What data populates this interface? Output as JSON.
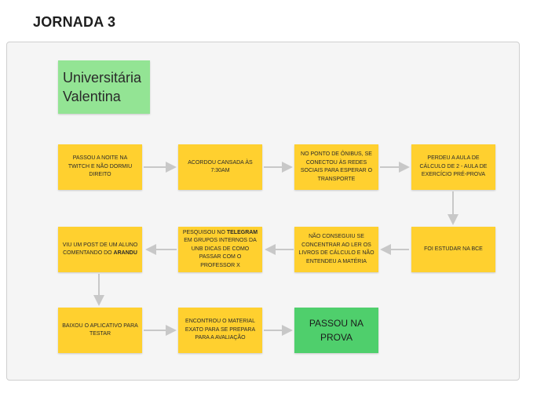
{
  "page_title": "JORNADA 3",
  "header_note": "Universitária Valentina",
  "steps": [
    {
      "before": "PASSOU A NOITE NA TWITCH E NÃO DORMIU DIREITO",
      "bold": "",
      "after": ""
    },
    {
      "before": "ACORDOU CANSADA ÀS 7:30AM",
      "bold": "",
      "after": ""
    },
    {
      "before": "NO PONTO DE ÔNIBUS, SE CONECTOU ÀS REDES SOCIAIS PARA ESPERAR O TRANSPORTE",
      "bold": "",
      "after": ""
    },
    {
      "before": "PERDEU A AULA DE CÁLCULO DE 2 - AULA DE EXERCÍCIO PRÉ-PROVA",
      "bold": "",
      "after": ""
    },
    {
      "before": "FOI ESTUDAR NA BCE",
      "bold": "",
      "after": ""
    },
    {
      "before": "NÃO CONSEGUIU SE CONCENTRAR AO LER OS LIVROS DE CÁLCULO E NÃO ENTENDEU A MATÉRIA",
      "bold": "",
      "after": ""
    },
    {
      "before": "PESQUISOU NO ",
      "bold": "TELEGRAM",
      "after": " EM GRUPOS INTERNOS DA UNB DICAS DE COMO PASSAR COM O PROFESSOR X"
    },
    {
      "before": "VIU UM POST DE UM ALUNO COMENTANDO DO ",
      "bold": "ARANDU",
      "after": ""
    },
    {
      "before": "BAIXOU O APLICATIVO PARA TESTAR",
      "bold": "",
      "after": ""
    },
    {
      "before": "ENCONTROU O MATERIAL EXATO PARA SE PREPARA PARA A AVALIAÇÃO",
      "bold": "",
      "after": ""
    }
  ],
  "result_note": "PASSOU NA PROVA",
  "colors": {
    "step_note": "#ffd02f",
    "header_note": "#93e494",
    "result_note": "#4fcf6c",
    "arrow": "#c8c8c8"
  }
}
